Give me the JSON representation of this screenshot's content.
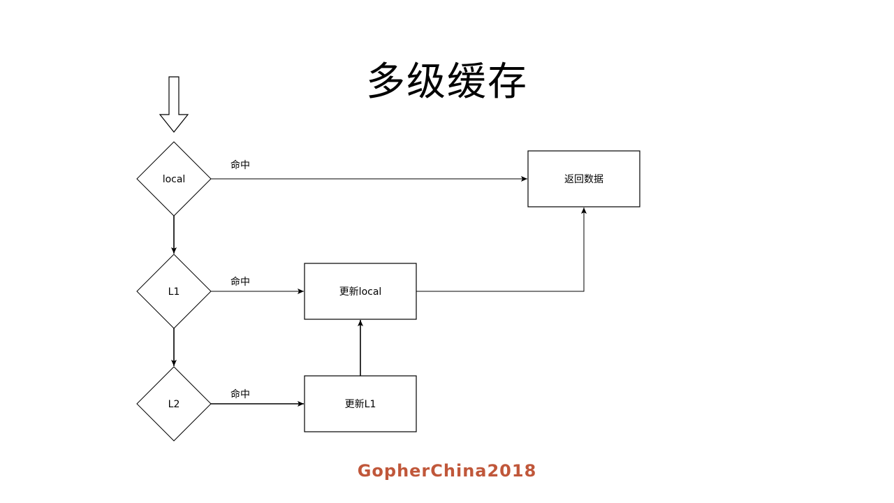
{
  "slide": {
    "title": "多级缓存",
    "footer": "GopherChina2018"
  },
  "colors": {
    "footer": "#c0573a",
    "stroke": "#000000"
  },
  "diagram": {
    "decisions": {
      "local": "local",
      "l1": "L1",
      "l2": "L2"
    },
    "processes": {
      "return_data": "返回数据",
      "update_local": "更新local",
      "update_l1": "更新L1"
    },
    "edge_labels": {
      "local_hit": "命中",
      "l1_hit": "命中",
      "l2_hit": "命中"
    }
  }
}
